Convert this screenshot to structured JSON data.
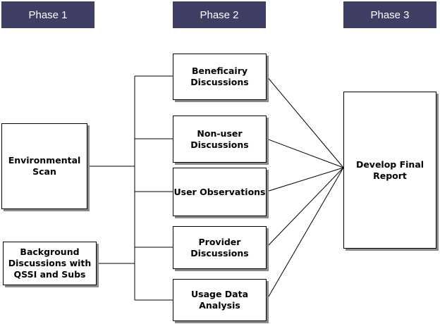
{
  "phases": {
    "phase1": "Phase 1",
    "phase2": "Phase 2",
    "phase3": "Phase 3"
  },
  "boxes": {
    "environmental_scan": "Environmental\nScan",
    "background_discussions": "Background\nDiscussions with\nQSSI and Subs",
    "beneficiary_discussions": "Beneficairy\nDiscussions",
    "nonuser_discussions": "Non-user\nDiscussions",
    "user_observations": "User Observations",
    "provider_discussions": "Provider\nDiscussions",
    "usage_data_analysis": "Usage Data\nAnalysis",
    "develop_final_report": "Develop Final\nReport"
  },
  "colors": {
    "phase_header_bg": "#3f3f66",
    "phase_header_text": "#ffffff",
    "box_shadow": "#8a8a8a"
  }
}
